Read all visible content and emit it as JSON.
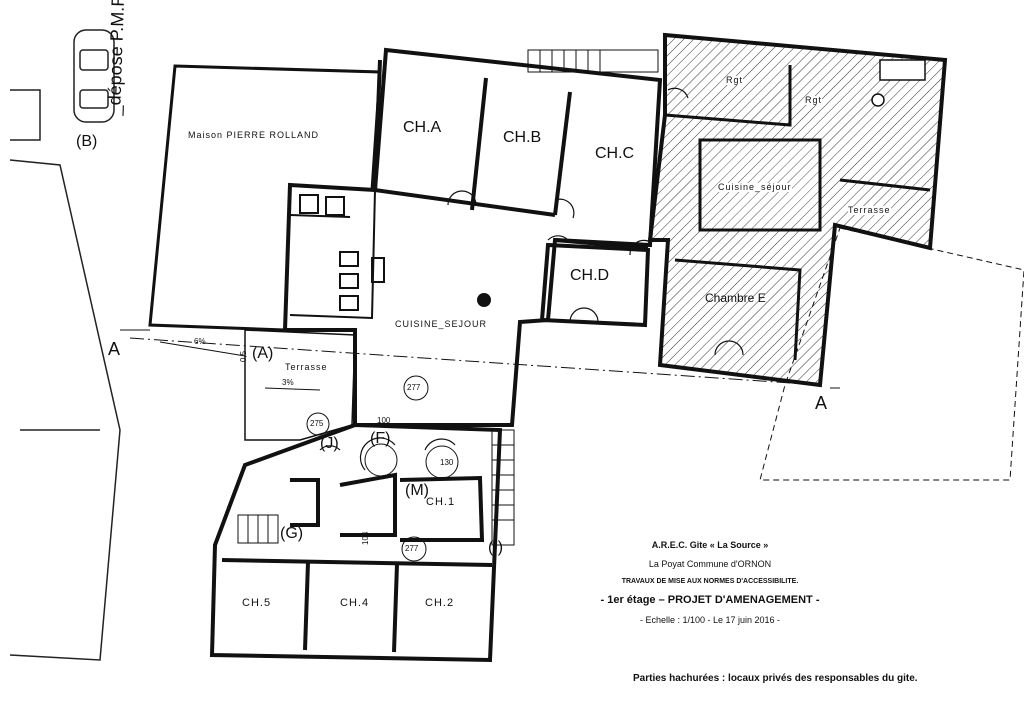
{
  "labels": {
    "depose": "_dépose P.M.R.",
    "car_b": "(B)",
    "maison": "Maison PIERRE ROLLAND",
    "ch_a": "CH.A",
    "ch_b": "CH.B",
    "ch_c": "CH.C",
    "ch_d": "CH.D",
    "ch_e": "Chambre E",
    "ch_1": "CH.1",
    "ch_2": "CH.2",
    "ch_4": "CH.4",
    "ch_5": "CH.5",
    "cuisine_sejour": "CUISINE_SEJOUR",
    "cuisine_sejour_prive": "Cuisine_séjour",
    "terrasse": "Terrasse",
    "terrasse_privee": "Terrasse",
    "rgt1": "Rgt",
    "rgt2": "Rgt",
    "section_a1": "A",
    "section_a2": "A",
    "mark_a": "(A)",
    "mark_f": "(F)",
    "mark_g": "(G)",
    "mark_i": "(I)",
    "mark_j": "(J)",
    "mark_m": "(M)",
    "slope_6": "6%",
    "slope_3": "3%",
    "dim_277a": "277",
    "dim_277b": "277",
    "dim_275": "275",
    "dim_100": "100",
    "dim_130": "130",
    "dim_104": "104",
    "dim_05": "0,5"
  },
  "cartouche": {
    "org": "A.R.E.C. Gite « La Source »",
    "place": "La Poyat    Commune d'ORNON",
    "works": "TRAVAUX DE MISE AUX NORMES D'ACCESSIBILITE.",
    "floor": "- 1er étage – PROJET D'AMENAGEMENT -",
    "scale": "- Echelle : 1/100 - Le 17 juin 2016 -"
  },
  "legend": "Parties hachurées : locaux privés des responsables du gite."
}
